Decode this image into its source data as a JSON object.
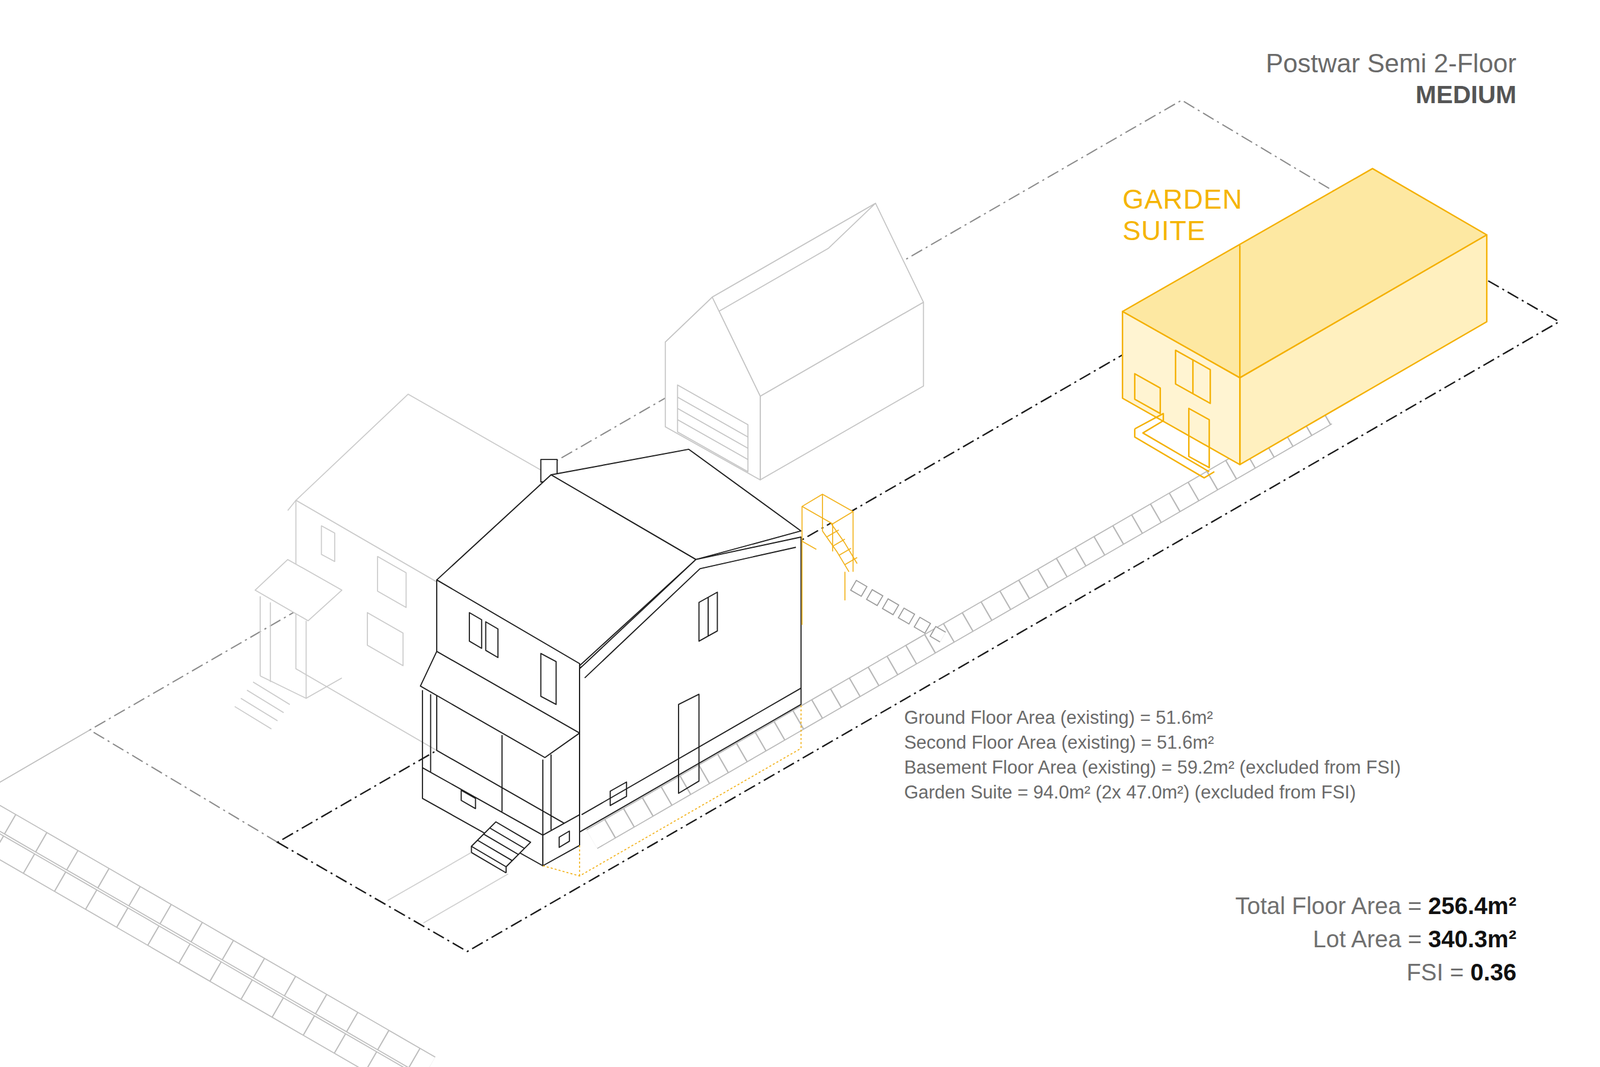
{
  "diagram": {
    "title": "Postwar Semi 2-Floor",
    "nodes": [
      {
        "text": [
          "GARDEN SUITE"
        ]
      }
    ],
    "labels": [
      "MEDIUM",
      "Ground Floor Area (existing) = 51.6m²",
      "Second Floor Area (existing) = 51.6m²",
      "Basement Floor Area (existing) = 59.2m² (excluded from FSI)",
      "Garden Suite = 94.0m² (2x 47.0m²) (excluded from FSI)",
      "Total Floor Area =",
      "256.4m²",
      "Lot Area =",
      "340.3m²",
      "FSI =",
      "0.36"
    ]
  }
}
